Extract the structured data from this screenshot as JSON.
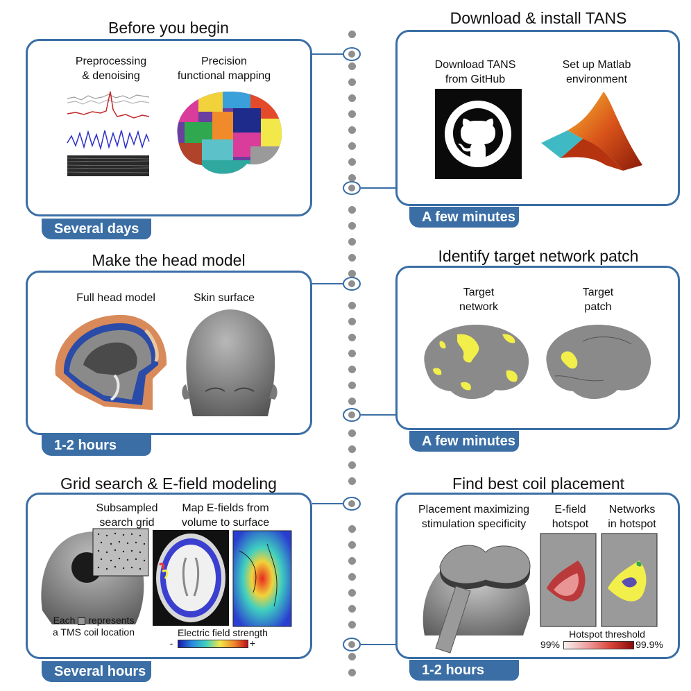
{
  "steps": {
    "before": {
      "title": "Before you begin",
      "duration": "Several days",
      "labels": {
        "preprocessing": "Preprocessing\n& denoising",
        "mapping": "Precision\nfunctional mapping"
      }
    },
    "download": {
      "title": "Download & install TANS",
      "duration": "A few minutes",
      "labels": {
        "github": "Download TANS\nfrom GitHub",
        "matlab": "Set up Matlab\nenvironment"
      }
    },
    "head": {
      "title": "Make the head model",
      "duration": "1-2 hours",
      "labels": {
        "full": "Full head model",
        "skin": "Skin surface"
      }
    },
    "target": {
      "title": "Identify target network patch",
      "duration": "A few minutes",
      "labels": {
        "network": "Target\nnetwork",
        "patch": "Target\npatch"
      }
    },
    "grid": {
      "title": "Grid search & E-field modeling",
      "duration": "Several hours",
      "labels": {
        "subsampled": "Subsampled\nsearch grid",
        "map": "Map E-fields from\nvolume to surface",
        "each_pre": "Each",
        "each_post": "represents",
        "coil": "a TMS coil location",
        "efield": "Electric field strength",
        "minus": "-",
        "plus": "+"
      }
    },
    "coil": {
      "title": "Find best coil placement",
      "duration": "1-2 hours",
      "labels": {
        "placement": "Placement maximizing\nstimulation specificity",
        "hotspot": "E-field\nhotspot",
        "networks": "Networks\nin hotspot",
        "threshold": "Hotspot threshold",
        "min": "99%",
        "max": "99.9%"
      }
    }
  },
  "colors": {
    "accent": "#3a6ea5",
    "timeline_dot": "#8f8f8f",
    "target_yellow": "#f2ef4a",
    "brain_gray": "#8a8a8a"
  },
  "icons": [
    "github-icon",
    "matlab-icon",
    "brain-icon",
    "head-icon",
    "coil-icon"
  ]
}
